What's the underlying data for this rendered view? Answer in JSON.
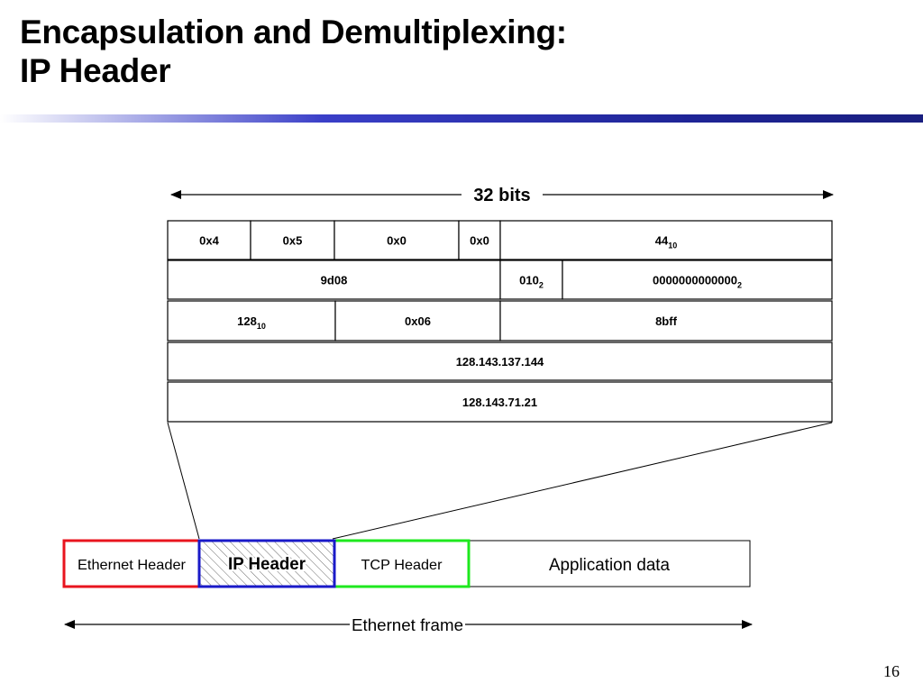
{
  "slide": {
    "title_line1": "Encapsulation and Demultiplexing:",
    "title_line2": "IP Header",
    "page_number": "16",
    "title_bar_color": "#1e2496"
  },
  "ip_header": {
    "width_label": "32 bits",
    "rows": [
      [
        {
          "value": "0x4",
          "sub": ""
        },
        {
          "value": "0x5",
          "sub": ""
        },
        {
          "value": "0x0",
          "sub": ""
        },
        {
          "value": "0x0",
          "sub": ""
        },
        {
          "value": "44",
          "sub": "10"
        }
      ],
      [
        {
          "value": "9d08",
          "sub": ""
        },
        {
          "value": "010",
          "sub": "2"
        },
        {
          "value": "0000000000000",
          "sub": "2"
        }
      ],
      [
        {
          "value": "128",
          "sub": "10"
        },
        {
          "value": "0x06",
          "sub": ""
        },
        {
          "value": "8bff",
          "sub": ""
        }
      ],
      [
        {
          "value": "128.143.137.144",
          "sub": ""
        }
      ],
      [
        {
          "value": "128.143.71.21",
          "sub": ""
        }
      ]
    ]
  },
  "ethernet_frame": {
    "label": "Ethernet frame",
    "segments": [
      {
        "label": "Ethernet Header",
        "border_color": "#e8141e"
      },
      {
        "label": "IP Header",
        "border_color": "#1a1ac8"
      },
      {
        "label": "TCP Header",
        "border_color": "#1ee81e"
      },
      {
        "label": "Application data",
        "border_color": "#000000"
      }
    ]
  }
}
